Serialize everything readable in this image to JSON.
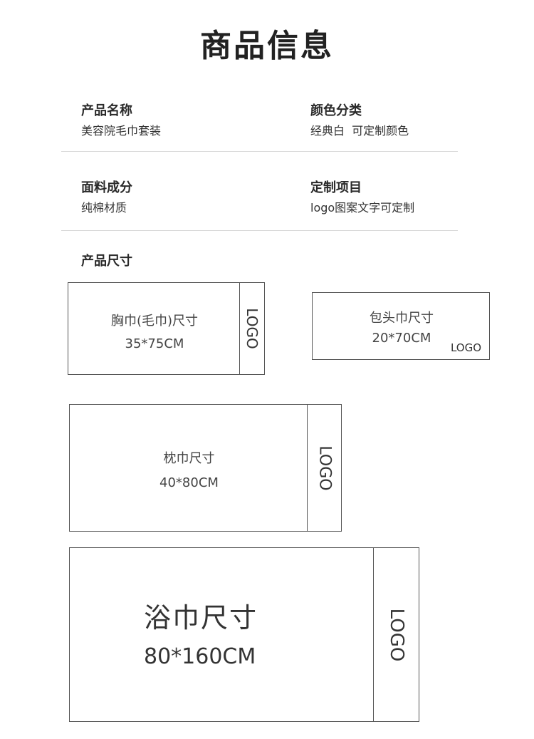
{
  "page": {
    "title": "商品信息"
  },
  "info": {
    "name_label": "产品名称",
    "name_value": "美容院毛巾套装",
    "color_label": "颜色分类",
    "color_value": "经典白  可定制颜色",
    "material_label": "面料成分",
    "material_value": "纯棉材质",
    "custom_label": "定制项目",
    "custom_value": "logo图案文字可定制"
  },
  "sizes": {
    "section_label": "产品尺寸",
    "chest": {
      "name": "胸巾(毛巾)尺寸",
      "size": "35*75CM",
      "logo": "LOGO"
    },
    "head": {
      "name": "包头巾尺寸",
      "size": "20*70CM",
      "logo": "LOGO"
    },
    "pillow": {
      "name": "枕巾尺寸",
      "size": "40*80CM",
      "logo": "LOGO"
    },
    "bath": {
      "name": "浴巾尺寸",
      "size": "80*160CM",
      "logo": "LOGO"
    }
  },
  "colors": {
    "text": "#2a2a2a",
    "border": "#555555",
    "divider": "#d8d8d8"
  }
}
